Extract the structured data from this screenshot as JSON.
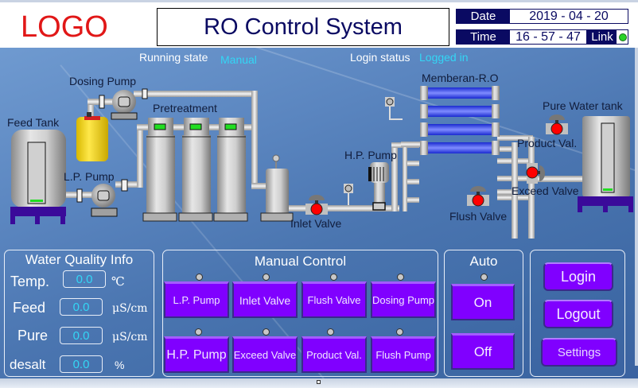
{
  "header": {
    "logo": "LOGO",
    "title": "RO Control System",
    "date_label": "Date",
    "date_value": "2019  - 04 - 20",
    "time_label": "Time",
    "time_value": "16 - 57 - 47",
    "link_label": "Link",
    "link_status_color": "#28d228"
  },
  "status": {
    "running_state_label": "Running state",
    "running_state_value": "Manual",
    "login_status_label": "Login status",
    "login_status_value": "Logged in"
  },
  "diagram": {
    "labels": {
      "feed_tank": "Feed Tank",
      "dosing_pump": "Dosing Pump",
      "pretreatment": "Pretreatment",
      "lp_pump": "L.P. Pump",
      "inlet_valve": "Inlet Valve",
      "hp_pump": "H.P. Pump",
      "membrane": "Memberan-R.O",
      "pure_water_tank": "Pure Water  tank",
      "product_valve": "Product Val.",
      "exceed_valve": "Exceed Valve",
      "flush_valve": "Flush Valve"
    },
    "colors": {
      "valve_state": "#ff0000",
      "filter_indicator": "#22dd22",
      "tank_base": "#3a0a9a",
      "membrane": "#2b3ee8"
    }
  },
  "water_quality": {
    "title": "Water Quality Info",
    "rows": [
      {
        "label": "Temp.",
        "value": "0.0",
        "unit": "℃"
      },
      {
        "label": "Feed",
        "value": "0.0",
        "unit": "μS/cm"
      },
      {
        "label": "Pure",
        "value": "0.0",
        "unit": "μS/cm"
      },
      {
        "label": "desalt",
        "value": "0.0",
        "unit": "%"
      }
    ]
  },
  "manual_control": {
    "title": "Manual Control",
    "buttons": [
      {
        "label": "L.P. Pump"
      },
      {
        "label": "Inlet Valve"
      },
      {
        "label": "Flush Valve"
      },
      {
        "label": "Dosing Pump"
      },
      {
        "label": "H.P. Pump"
      },
      {
        "label": "Exceed Valve"
      },
      {
        "label": "Product Val."
      },
      {
        "label": "Flush Pump"
      }
    ]
  },
  "auto": {
    "title": "Auto",
    "on_label": "On",
    "off_label": "Off"
  },
  "user": {
    "login_label": "Login",
    "logout_label": "Logout",
    "settings_label": "Settings"
  }
}
